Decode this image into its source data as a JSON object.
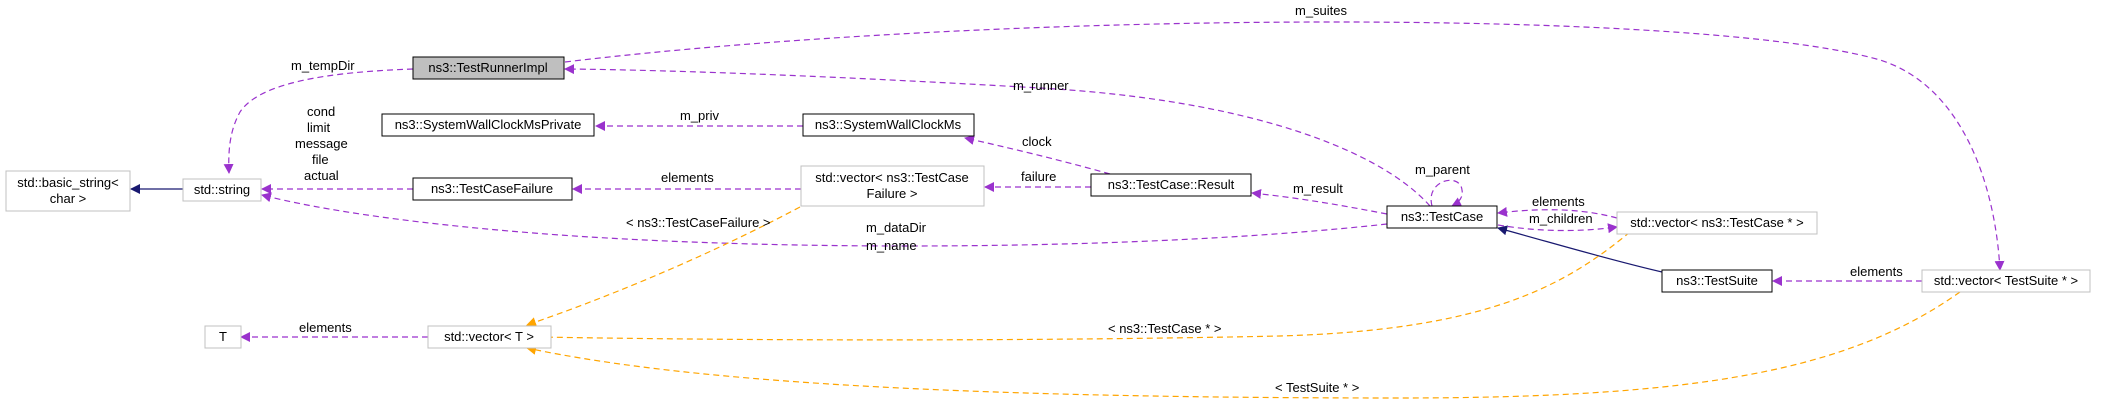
{
  "colors": {
    "usage": "#9a32cd",
    "template": "#ffa500",
    "inherit": "#191970"
  },
  "nodes": {
    "basic_string": [
      "std::basic_string<",
      "char >"
    ],
    "string": [
      "std::string"
    ],
    "runner_impl": [
      "ns3::TestRunnerImpl"
    ],
    "wallclock_private": [
      "ns3::SystemWallClockMsPrivate"
    ],
    "wallclock": [
      "ns3::SystemWallClockMs"
    ],
    "testcase_failure": [
      "ns3::TestCaseFailure"
    ],
    "vector_failure": [
      "std::vector< ns3::TestCase",
      "Failure >"
    ],
    "result": [
      "ns3::TestCase::Result"
    ],
    "testcase": [
      "ns3::TestCase"
    ],
    "vector_testcase": [
      "std::vector< ns3::TestCase * >"
    ],
    "testsuite": [
      "ns3::TestSuite"
    ],
    "vector_suite": [
      "std::vector< TestSuite * >"
    ],
    "t": [
      "T"
    ],
    "vector_t": [
      "std::vector< T >"
    ]
  },
  "edge_labels": {
    "m_tempDir": "m_tempDir",
    "m_suites": "m_suites",
    "m_runner": "m_runner",
    "m_priv": "m_priv",
    "clock": "clock",
    "string_fields": [
      "cond",
      "limit",
      "message",
      "file",
      "actual"
    ],
    "elements": "elements",
    "failure": "failure",
    "m_result": "m_result",
    "m_parent": "m_parent",
    "m_children": "m_children",
    "m_dataDir": "m_dataDir",
    "m_name": "m_name",
    "tpl_failure": "< ns3::TestCaseFailure >",
    "tpl_testcase": "< ns3::TestCase * >",
    "tpl_suite": "< TestSuite * >"
  }
}
